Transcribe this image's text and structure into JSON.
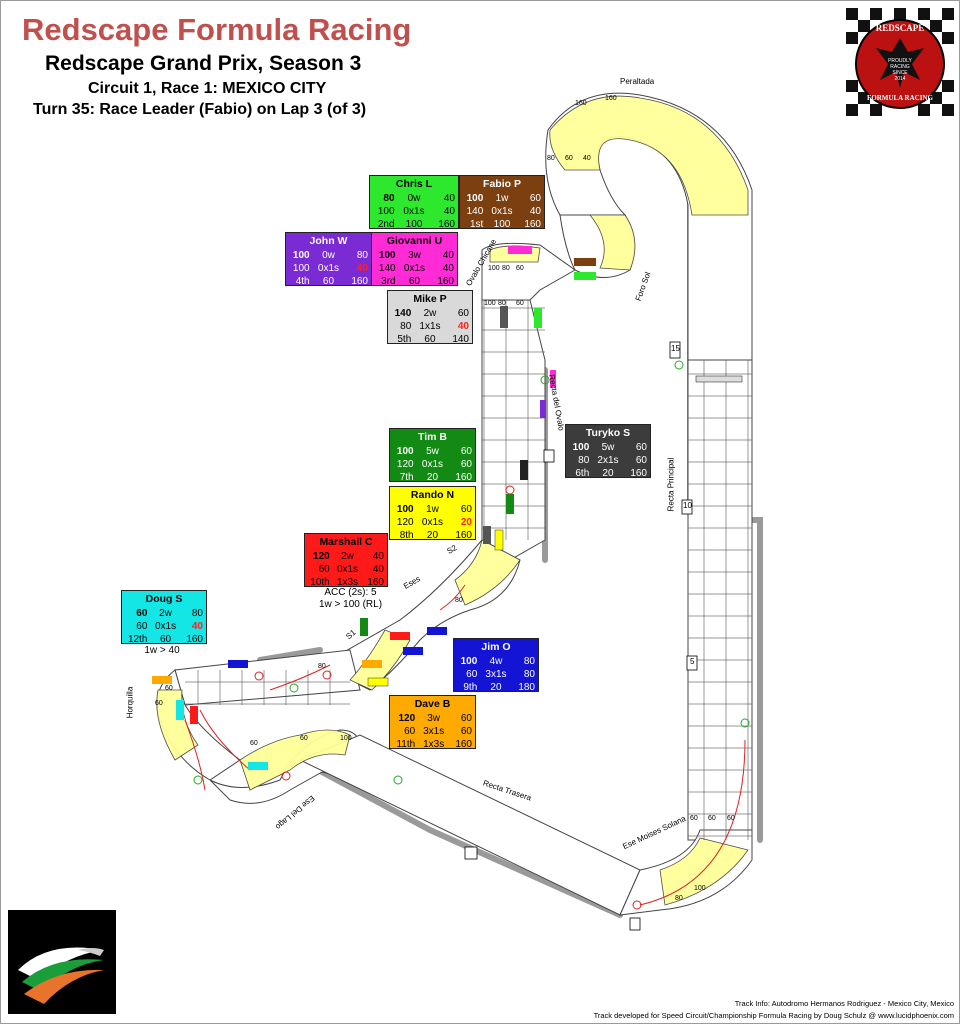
{
  "header": {
    "title": "Redscape Formula Racing",
    "subtitle": "Redscape Grand Prix, Season 3",
    "race": "Circuit 1, Race 1: MEXICO CITY",
    "turn": "Turn 35: Race Leader (Fabio) on Lap 3 (of 3)"
  },
  "logo": {
    "top_text": "REDSCAPE",
    "line1": "PROUDLY",
    "line2": "RACING",
    "line3": "SINCE",
    "year": "2014",
    "bottom_text": "FORMULA RACING"
  },
  "track_labels": {
    "peraltada": "Peraltada",
    "ovalo_chicane": "Ovalo Chicane",
    "foro_sol": "Foro Sol",
    "recta_del_ovalo": "Recta del Ovalo",
    "recta_principal": "Recta Principal",
    "eses": "Eses",
    "s1": "S1",
    "s2": "S2",
    "horquilla": "Horquilla",
    "ese_del_lago": "Ese Del Lago",
    "recta_trasera": "Recta Trasera",
    "ese_moises_solana": "Ese Moises Solana",
    "marker_15": "15",
    "marker_10": "10",
    "marker_5": "5"
  },
  "drivers": [
    {
      "name": "Chris L",
      "color": "#2ee82e",
      "rows": [
        [
          "80",
          "0w",
          "40"
        ],
        [
          "100",
          "0x1s",
          "40"
        ],
        [
          "2nd",
          "100",
          "160"
        ]
      ],
      "bold": [
        0,
        0
      ]
    },
    {
      "name": "Fabio P",
      "color": "#7b3f10",
      "text": "#ffffff",
      "rows": [
        [
          "100",
          "1w",
          "60"
        ],
        [
          "140",
          "0x1s",
          "40"
        ],
        [
          "1st",
          "100",
          "160"
        ]
      ],
      "bold": [
        0,
        0
      ]
    },
    {
      "name": "John W",
      "color": "#7b2bd4",
      "text": "#ffffff",
      "rows": [
        [
          "100",
          "0w",
          "80"
        ],
        [
          "100",
          "0x1s",
          "40"
        ],
        [
          "4th",
          "60",
          "160"
        ]
      ],
      "bold": [
        0,
        0
      ],
      "red": [
        1,
        2
      ]
    },
    {
      "name": "Giovanni U",
      "color": "#ff2bd4",
      "rows": [
        [
          "100",
          "3w",
          "40"
        ],
        [
          "140",
          "0x1s",
          "40"
        ],
        [
          "3rd",
          "60",
          "160"
        ]
      ],
      "bold": [
        0,
        0
      ]
    },
    {
      "name": "Mike P",
      "color": "#d9d9d9",
      "rows": [
        [
          "140",
          "2w",
          "60"
        ],
        [
          "80",
          "1x1s",
          "40"
        ],
        [
          "5th",
          "60",
          "140"
        ]
      ],
      "bold": [
        0,
        0
      ],
      "red": [
        1,
        2
      ]
    },
    {
      "name": "Tim B",
      "color": "#138a13",
      "text": "#ffffff",
      "rows": [
        [
          "100",
          "5w",
          "60"
        ],
        [
          "120",
          "0x1s",
          "60"
        ],
        [
          "7th",
          "20",
          "160"
        ]
      ],
      "bold": [
        0,
        0
      ]
    },
    {
      "name": "Turyko S",
      "color": "#3c3c3c",
      "text": "#ffffff",
      "rows": [
        [
          "100",
          "5w",
          "60"
        ],
        [
          "80",
          "2x1s",
          "60"
        ],
        [
          "6th",
          "20",
          "160"
        ]
      ],
      "bold": [
        0,
        0
      ]
    },
    {
      "name": "Rando N",
      "color": "#ffff00",
      "rows": [
        [
          "100",
          "1w",
          "60"
        ],
        [
          "120",
          "0x1s",
          "20"
        ],
        [
          "8th",
          "20",
          "160"
        ]
      ],
      "bold": [
        0,
        0
      ],
      "red": [
        1,
        2
      ]
    },
    {
      "name": "Marshall C",
      "color": "#ff1a1a",
      "rows": [
        [
          "120",
          "2w",
          "40"
        ],
        [
          "60",
          "0x1s",
          "40"
        ],
        [
          "10th",
          "1x3s",
          "160"
        ]
      ],
      "bold": [
        0,
        0
      ]
    },
    {
      "name": "Doug S",
      "color": "#14e6e6",
      "rows": [
        [
          "60",
          "2w",
          "80"
        ],
        [
          "60",
          "0x1s",
          "40"
        ],
        [
          "12th",
          "60",
          "160"
        ]
      ],
      "bold": [
        0,
        0
      ],
      "red": [
        1,
        2
      ]
    },
    {
      "name": "Jim O",
      "color": "#1414d4",
      "text": "#ffffff",
      "rows": [
        [
          "100",
          "4w",
          "80"
        ],
        [
          "60",
          "3x1s",
          "80"
        ],
        [
          "9th",
          "20",
          "180"
        ]
      ],
      "bold": [
        0,
        0
      ]
    },
    {
      "name": "Dave B",
      "color": "#ffaa00",
      "rows": [
        [
          "120",
          "3w",
          "60"
        ],
        [
          "60",
          "3x1s",
          "60"
        ],
        [
          "11th",
          "1x3s",
          "160"
        ]
      ],
      "bold": [
        0,
        0
      ]
    }
  ],
  "notes": {
    "marshall_1": "ACC (2s): 5",
    "marshall_2": "1w > 100 (RL)",
    "doug": "1w > 40"
  },
  "footer": {
    "line1": "Track Info: Autodromo Hermanos Rodriguez - Mexico City, Mexico",
    "line2": "Track developed for Speed Circuit/Championship Formula Racing by Doug Schulz @ www.lucidphoenix.com"
  }
}
